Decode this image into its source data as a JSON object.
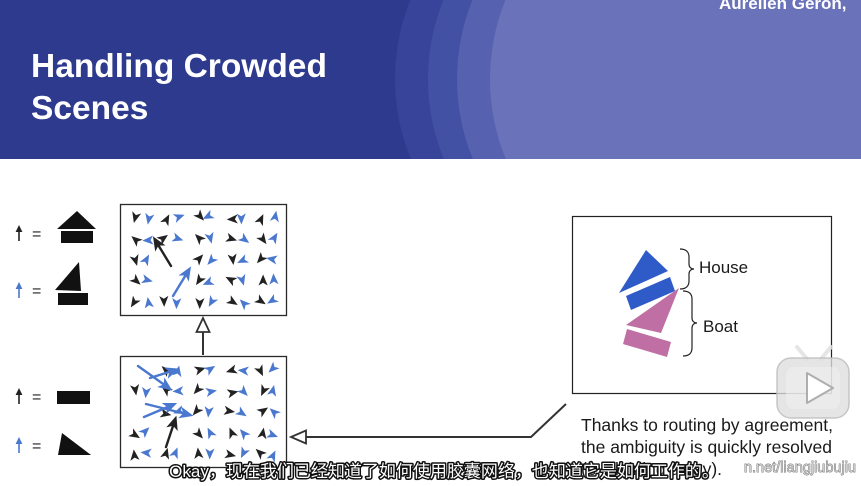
{
  "slide": {
    "title_line1": "Handling Crowded",
    "title_line2": "Scenes",
    "author": "Aurélien Géron,"
  },
  "legend": {
    "rows": [
      {
        "arrow_color": "#222222",
        "equals": "=",
        "shape_icon": "house-icon"
      },
      {
        "arrow_color": "#4A78CF",
        "equals": "=",
        "shape_icon": "boat-icon"
      },
      {
        "arrow_color": "#222222",
        "equals": "=",
        "shape_icon": "rectangle-icon"
      },
      {
        "arrow_color": "#4A78CF",
        "equals": "=",
        "shape_icon": "triangle-icon"
      }
    ]
  },
  "result_panel": {
    "house_label": "House",
    "boat_label": "Boat"
  },
  "caption": {
    "line1": "Thanks to routing by agreement,",
    "line2": "the ambiguity is quickly resolved",
    "line3": "(explaining away)."
  },
  "video_overlay": {
    "subtitle": "Okay，现在我们已经知道了如何使用胶囊网络，也知道它是如何工作的。",
    "watermark": "n.net/liangjiubujiu",
    "play_icon": "play-icon"
  },
  "colors": {
    "header_dark": "#2E3A8D",
    "header_arc_1": "#37449A",
    "header_arc_2": "#4351A4",
    "header_arc_3": "#5662AF",
    "header_arc_4": "#6A72BA",
    "arrow_black": "#222222",
    "arrow_blue": "#4A78CF",
    "house_blue": "#2F5BC9",
    "boat_pink": "#BF6FA3",
    "shape_black": "#111111",
    "outline": "#2A2A2A"
  }
}
